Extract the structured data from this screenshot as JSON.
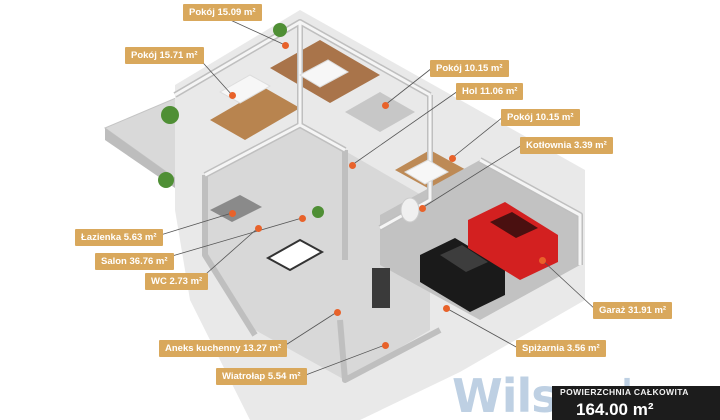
{
  "colors": {
    "tag_bg": "#d9a85c",
    "marker": "#e8622a",
    "leader": "#555555",
    "wall_top": "#f3f3f3",
    "wall_side": "#c9c9c9",
    "floor_tile": "#d6d6d6",
    "floor_wood": "#b07a4a",
    "car_red": "#d32020",
    "car_black": "#1a1a1a",
    "brand": "#2c68a4"
  },
  "rooms": [
    {
      "id": "pokoj-1",
      "label": "Pokój 15.09 m²"
    },
    {
      "id": "pokoj-2",
      "label": "Pokój 15.71 m²"
    },
    {
      "id": "pokoj-3",
      "label": "Pokój 10.15 m²"
    },
    {
      "id": "hol",
      "label": "Hol 11.06 m²"
    },
    {
      "id": "pokoj-4",
      "label": "Pokój 10.15 m²"
    },
    {
      "id": "kotlownia",
      "label": "Kotłownia 3.39 m²"
    },
    {
      "id": "lazienka",
      "label": "Łazienka 5.63 m²"
    },
    {
      "id": "salon",
      "label": "Salon 36.76 m²"
    },
    {
      "id": "wc",
      "label": "WC 2.73 m²"
    },
    {
      "id": "garaz",
      "label": "Garaż 31.91 m²"
    },
    {
      "id": "spizarnia",
      "label": "Spiżarnia 3.56 m²"
    },
    {
      "id": "aneks",
      "label": "Aneks kuchenny 13.27 m²"
    },
    {
      "id": "wiatrolap",
      "label": "Wiatrołap 5.54 m²"
    }
  ],
  "brand": {
    "logo_text": "Wilson's",
    "caption": "POWIERZCHNIA CAŁKOWITA",
    "area_value": "164.00 m²"
  }
}
